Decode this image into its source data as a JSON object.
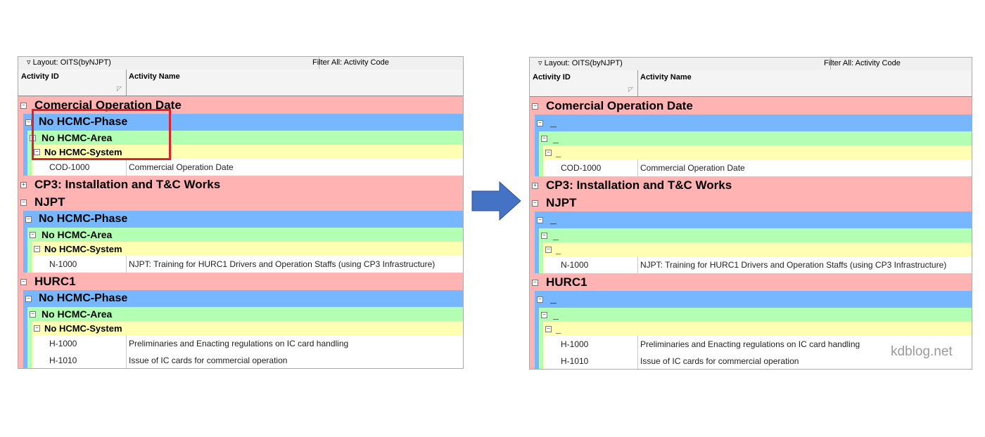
{
  "colors": {
    "l1": "#ffb3b3",
    "l2": "#77b7ff",
    "l3": "#b3ffb3",
    "l4": "#ffffb3",
    "act": "#ffffff",
    "highlight": "#e0202a",
    "arrow": "#4472c4"
  },
  "left": {
    "layout_label": "Layout: OITS(byNJPT)",
    "filter_label": "Filter All: Activity Code",
    "col_id": "Activity ID",
    "col_name": "Activity Name",
    "rows": [
      {
        "lv": 1,
        "text": "Comercial Operation Date",
        "toggle": "−"
      },
      {
        "lv": 2,
        "text": "No HCMC-Phase",
        "toggle": "−"
      },
      {
        "lv": 3,
        "text": "No HCMC-Area",
        "toggle": "−"
      },
      {
        "lv": 4,
        "text": "No HCMC-System",
        "toggle": "−"
      },
      {
        "lv": 5,
        "id": "COD-1000",
        "name": "Commercial Operation Date"
      },
      {
        "lv": 1,
        "text": "CP3: Installation and T&C Works",
        "toggle": "+"
      },
      {
        "lv": 1,
        "text": "NJPT",
        "toggle": "−"
      },
      {
        "lv": 2,
        "text": "No HCMC-Phase",
        "toggle": "−"
      },
      {
        "lv": 3,
        "text": "No HCMC-Area",
        "toggle": "−"
      },
      {
        "lv": 4,
        "text": "No HCMC-System",
        "toggle": "−"
      },
      {
        "lv": 5,
        "id": "N-1000",
        "name": "NJPT: Training for HURC1 Drivers and Operation Staffs (using CP3 Infrastructure)"
      },
      {
        "lv": 1,
        "text": "HURC1",
        "toggle": "−"
      },
      {
        "lv": 2,
        "text": "No HCMC-Phase",
        "toggle": "−"
      },
      {
        "lv": 3,
        "text": "No HCMC-Area",
        "toggle": "−"
      },
      {
        "lv": 4,
        "text": "No HCMC-System",
        "toggle": "−"
      },
      {
        "lv": 5,
        "id": "H-1000",
        "name": "Preliminaries and Enacting regulations on IC card handling"
      },
      {
        "lv": 5,
        "id": "H-1010",
        "name": "Issue of IC cards for commercial operation"
      }
    ]
  },
  "right": {
    "layout_label": "Layout: OITS(byNJPT)",
    "filter_label": "Filter All: Activity Code",
    "col_id": "Activity ID",
    "col_name": "Activity Name",
    "rows": [
      {
        "lv": 1,
        "text": "Comercial Operation Date",
        "toggle": "−"
      },
      {
        "lv": 2,
        "text": "_",
        "toggle": "−"
      },
      {
        "lv": 3,
        "text": "_",
        "toggle": "−"
      },
      {
        "lv": 4,
        "text": "_",
        "toggle": "−"
      },
      {
        "lv": 5,
        "id": "COD-1000",
        "name": "Commercial Operation Date"
      },
      {
        "lv": 1,
        "text": "CP3: Installation and T&C Works",
        "toggle": "+"
      },
      {
        "lv": 1,
        "text": "NJPT",
        "toggle": "−"
      },
      {
        "lv": 2,
        "text": "_",
        "toggle": "−"
      },
      {
        "lv": 3,
        "text": "_",
        "toggle": "−"
      },
      {
        "lv": 4,
        "text": "_",
        "toggle": "−"
      },
      {
        "lv": 5,
        "id": "N-1000",
        "name": "NJPT: Training for HURC1 Drivers and Operation Staffs (using CP3 Infrastructure)"
      },
      {
        "lv": 1,
        "text": "HURC1",
        "toggle": "−"
      },
      {
        "lv": 2,
        "text": "_",
        "toggle": "−"
      },
      {
        "lv": 3,
        "text": "_",
        "toggle": "−"
      },
      {
        "lv": 4,
        "text": "_",
        "toggle": "−"
      },
      {
        "lv": 5,
        "id": "H-1000",
        "name": "Preliminaries and Enacting regulations on IC card handling"
      },
      {
        "lv": 5,
        "id": "H-1010",
        "name": "Issue of IC cards for commercial operation"
      }
    ]
  },
  "watermark": "kdblog.net"
}
